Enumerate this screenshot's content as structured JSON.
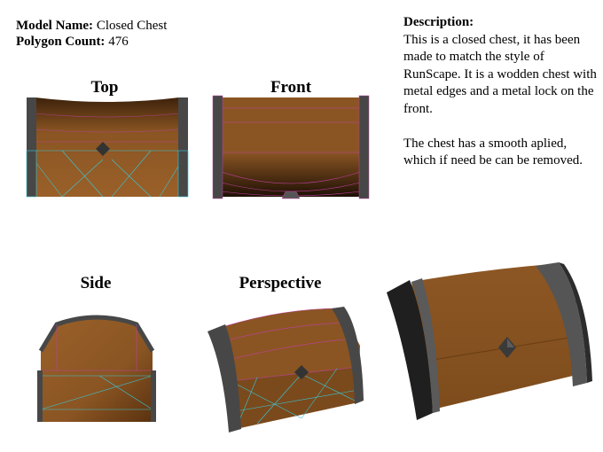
{
  "meta": {
    "model_name_label": "Model Name:",
    "model_name": "Closed Chest",
    "polygon_count_label": "Polygon Count:",
    "polygon_count": "476"
  },
  "description": {
    "title": "Description:",
    "paragraph1": "This is a closed chest, it has been made to match the style of RunScape. It is a wodden chest with metal edges and a metal lock on the front.",
    "paragraph2": "The chest has a smooth aplied, which if need be can be removed."
  },
  "views": {
    "top": "Top",
    "front": "Front",
    "side": "Side",
    "perspective": "Perspective"
  },
  "colors": {
    "wood": "#8a5321",
    "wood_dark": "#3b200a",
    "metal": "#4a4a4a",
    "wire_cyan": "#38c8d8",
    "wire_magenta": "#c040a0"
  }
}
